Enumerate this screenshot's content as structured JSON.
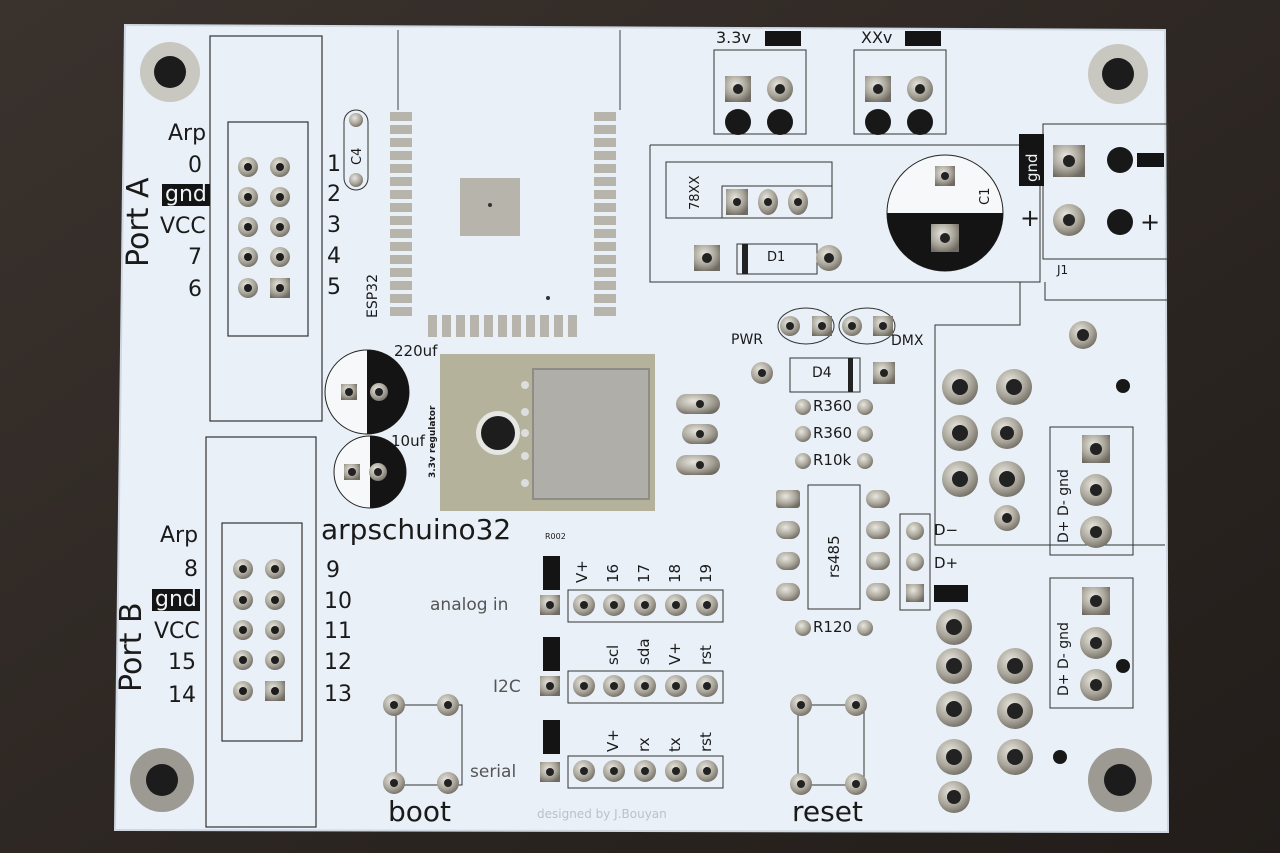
{
  "board": {
    "name": "arpschuino32",
    "revision": "R002",
    "credit": "designed by J.Bouyan",
    "board_color": "#e9f0f7",
    "background_color": "#2b2623",
    "copper_color": "#b9b6ad"
  },
  "port_a": {
    "title": "Port A",
    "left_labels": [
      "Arp",
      "0",
      "gnd",
      "VCC",
      "7",
      "6"
    ],
    "right_numbers": [
      "1",
      "2",
      "3",
      "4",
      "5"
    ]
  },
  "port_b": {
    "title": "Port B",
    "left_labels": [
      "Arp",
      "8",
      "gnd",
      "VCC",
      "15",
      "14"
    ],
    "right_numbers": [
      "9",
      "10",
      "11",
      "12",
      "13"
    ]
  },
  "parts": {
    "c4": "C4",
    "esp32": "ESP32",
    "cap_220": "220uf",
    "cap_10": "10uf",
    "regulator": "3.3v regulator",
    "v33": "3.3v",
    "vxx": "XXv",
    "reg78": "78XX",
    "d1": "D1",
    "c1": "C1",
    "j1": "J1",
    "gnd_j1": "gnd",
    "plus1": "+",
    "plus2": "+",
    "pwr": "PWR",
    "dmx": "DMX",
    "d4": "D4",
    "r1": "R360",
    "r2": "R360",
    "r3": "R10k",
    "rs485": "rs485",
    "dminus": "D−",
    "dplus": "D+",
    "r120": "R120",
    "xlr1": "D+ D- gnd",
    "xlr2": "D+ D- gnd"
  },
  "headers": {
    "analog": {
      "label": "analog in",
      "pins": [
        "V+",
        "16",
        "17",
        "18",
        "19"
      ]
    },
    "i2c": {
      "label": "I2C",
      "pins": [
        "scl",
        "sda",
        "V+",
        "rst"
      ]
    },
    "serial": {
      "label": "serial",
      "pins": [
        "V+",
        "rx",
        "tx",
        "rst"
      ]
    }
  },
  "buttons": {
    "boot": "boot",
    "reset": "reset"
  }
}
